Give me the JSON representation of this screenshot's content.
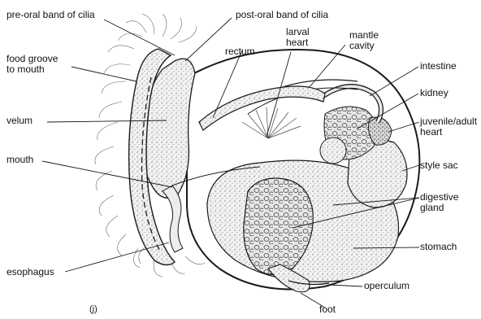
{
  "figure": {
    "panel_letter": "(j)",
    "labels": {
      "pre_oral_band": "pre-oral band of cilia",
      "post_oral_band": "post-oral band of cilia",
      "food_groove": [
        "food groove",
        "to mouth"
      ],
      "velum": "velum",
      "mouth": "mouth",
      "esophagus": "esophagus",
      "rectum": "rectum",
      "larval_heart": [
        "larval",
        "heart"
      ],
      "mantle_cavity": [
        "mantle",
        "cavity"
      ],
      "intestine": "intestine",
      "kidney": "kidney",
      "juvenile_heart": [
        "juvenile/adult",
        "heart"
      ],
      "style_sac": "style sac",
      "digestive_gland": [
        "digestive",
        "gland"
      ],
      "stomach": "stomach",
      "operculum": "operculum",
      "foot": "foot"
    },
    "colors": {
      "ink": "#1a1a1a",
      "stipple_fill": "#d9d9d9",
      "light_fill": "#efefef",
      "background": "#ffffff"
    }
  }
}
